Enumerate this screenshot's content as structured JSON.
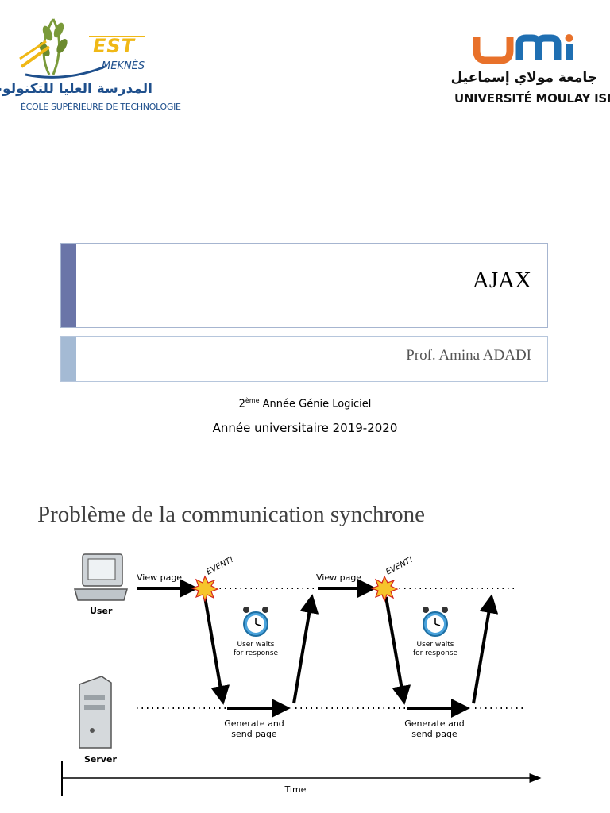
{
  "header": {
    "est_logo": {
      "brand": "EST",
      "city": "MEKNÈS",
      "arabic": "المدرسة العليا للتكنولوجيا",
      "french": "ÉCOLE SUPÉRIEURE DE TECHNOLOGIE",
      "colors": {
        "blue": "#1e4f8c",
        "gold": "#f0b816",
        "green": "#7a9a3a"
      }
    },
    "umi_logo": {
      "arabic": "جامعة مولاي إسماعيل",
      "french": "UNIVERSITÉ MOULAY ISMAÏL",
      "colors": {
        "blue": "#1f6fb2",
        "orange": "#e8712a"
      }
    }
  },
  "cover": {
    "title": "AJAX",
    "subtitle": "Prof. Amina ADADI",
    "level_number": "2",
    "level_suffix": "ème",
    "level_text": " Année Génie Logiciel",
    "academic_year": "Année universitaire 2019-2020",
    "colors": {
      "title_bar": "#6a75a8",
      "subtitle_bar": "#a4bad4"
    }
  },
  "slide2": {
    "title": "Problème de la communication synchrone",
    "diagram": {
      "user_label": "User",
      "server_label": "Server",
      "view_page": "View page",
      "event": "EVENT!",
      "wait_line1": "User waits",
      "wait_line2": "for response",
      "generate_line1": "Generate and",
      "generate_line2": "send page",
      "time_label": "Time",
      "icons": [
        "computer-icon",
        "server-icon",
        "alarm-clock-icon",
        "event-burst-icon"
      ]
    }
  }
}
